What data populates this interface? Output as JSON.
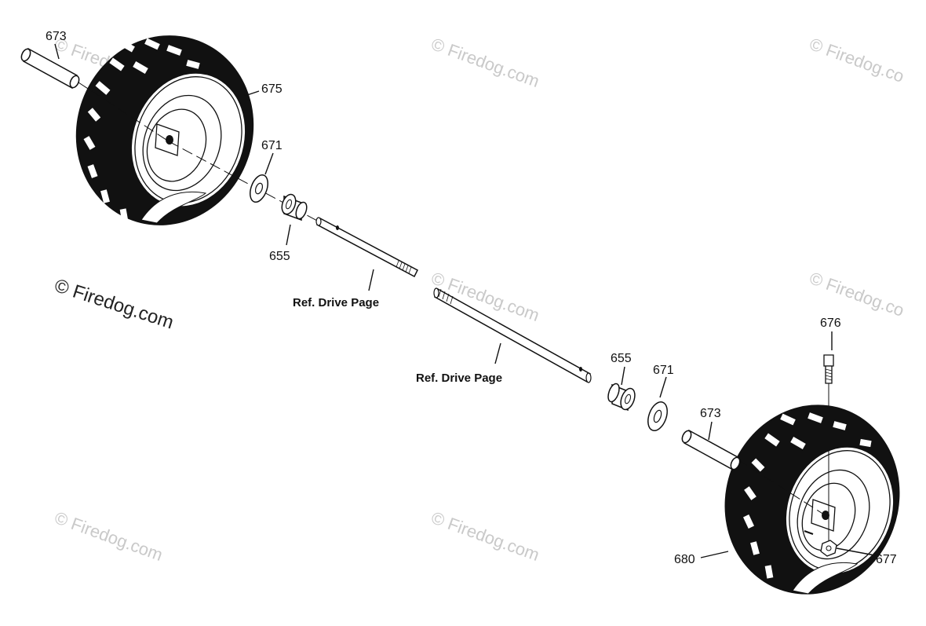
{
  "diagram": {
    "part_labels": {
      "p673_top": "673",
      "p675": "675",
      "p671_top": "671",
      "p655_top": "655",
      "p676": "676",
      "p655_bottom": "655",
      "p671_bottom": "671",
      "p673_bottom": "673",
      "p680": "680",
      "p677": "677"
    },
    "references": {
      "ref_upper": "Ref. Drive Page",
      "ref_lower": "Ref. Drive Page"
    }
  },
  "watermarks": {
    "main": "© Firedog.com",
    "faint": "© Firedog.com",
    "faint_cut": "© Firedog.co"
  },
  "colors": {
    "ink": "#111111",
    "paper": "#ffffff",
    "watermark": "#c9c9c9"
  }
}
